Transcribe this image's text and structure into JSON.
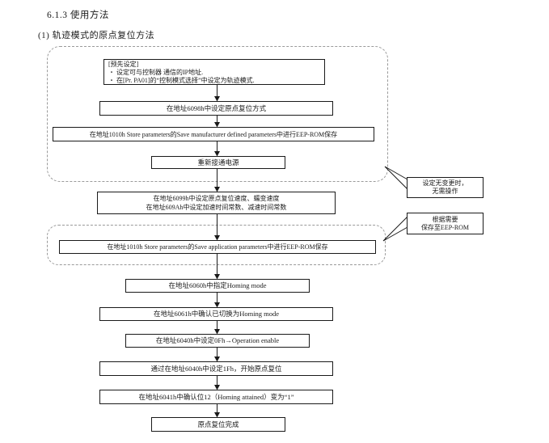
{
  "page": {
    "section_title": "6.1.3 使用方法",
    "subsection_title": "(1) 轨迹模式的原点复位方法"
  },
  "flowchart": {
    "presetting": {
      "line1": "[预先设定]",
      "line2": "・ 设定可与控制器 通信的IP地址.",
      "line3": "・ 在[Pr. PA01]的“控制模式选择”中设定为轨迹模式."
    },
    "steps": {
      "set_homing_method": "在地址6098h中设定原点复位方式",
      "save_manufacturer": "在地址1010h Store parameters的Save manufacturer defined parameters中进行EEP-ROM保存",
      "repower": "重新接通电源",
      "set_speed_line1": "在地址6099h中设定原点复位速度、蠕变速度",
      "set_speed_line2": "在地址609Ah中设定加速时间常数、减速时间常数",
      "save_application": "在地址1010h Store parameters的Save application parameters中进行EEP-ROM保存",
      "specify_homing_mode": "在地址6060h中指定Homing mode",
      "confirm_homing_mode": "在地址6061h中确认已切换为Homing mode",
      "operation_enable": "在地址6040h中设定0Fh→Operation enable",
      "start_homing": "通过在地址6040h中设定1Fh，开始原点复位",
      "confirm_bit12": "在地址6041h中确认位12（Homing attained）变为“1”",
      "homing_complete": "原点复位完成"
    }
  },
  "callouts": {
    "no_change": {
      "line1": "设定无变更时，",
      "line2": "无需操作"
    },
    "save_eeprom": {
      "line1": "根据需要",
      "line2": "保存至EEP-ROM"
    }
  }
}
